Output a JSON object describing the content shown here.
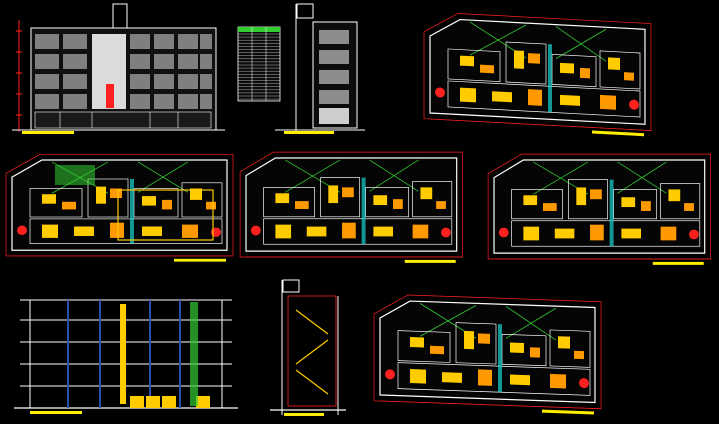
{
  "drawing": {
    "palette": {
      "background": "#000000",
      "wall_white": "#ffffff",
      "dim_red": "#ff2020",
      "furniture_yellow": "#ffcc00",
      "furniture_orange": "#ff9900",
      "grid_green": "#33cc33",
      "fill_grey": "#8c8c8c",
      "glass_blue": "#2d4fb0",
      "room_cyan": "#19d4d4",
      "title_bar": "#ffee00"
    },
    "sheets": [
      {
        "kind": "front-elevation"
      },
      {
        "kind": "data-schedule"
      },
      {
        "kind": "side-elevation"
      },
      {
        "kind": "floor-plan"
      },
      {
        "kind": "floor-plan"
      },
      {
        "kind": "floor-plan"
      },
      {
        "kind": "floor-plan"
      },
      {
        "kind": "floor-plan"
      },
      {
        "kind": "longitudinal-section"
      },
      {
        "kind": "stair-section"
      }
    ]
  }
}
